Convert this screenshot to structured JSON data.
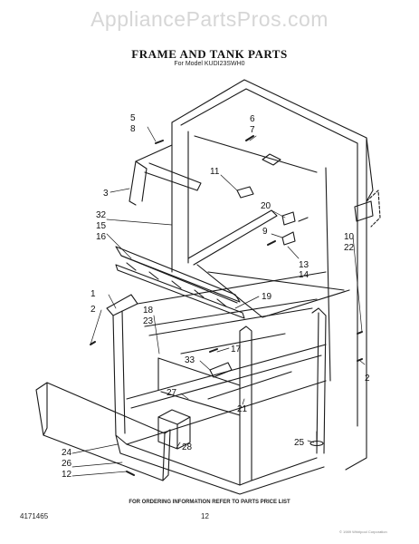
{
  "watermark": "AppliancePartsPros.com",
  "title": "FRAME AND TANK PARTS",
  "model_line": "For Model KUDI23SWH0",
  "callouts": {
    "c5": "5",
    "c8": "8",
    "c6": "6",
    "c7": "7",
    "c11": "11",
    "c3": "3",
    "c32": "32",
    "c15": "15",
    "c16": "16",
    "c20": "20",
    "c9": "9",
    "c10": "10",
    "c22": "22",
    "c13": "13",
    "c14": "14",
    "c1": "1",
    "c2a": "2",
    "c18": "18",
    "c23": "23",
    "c19": "19",
    "c17": "17",
    "c33": "33",
    "c2b": "2",
    "c27": "27",
    "c21": "21",
    "c28": "28",
    "c24": "24",
    "c26": "26",
    "c12": "12",
    "c25": "25"
  },
  "footer_note": "FOR ORDERING INFORMATION REFER TO PARTS PRICE LIST",
  "doc_number": "4171465",
  "page_number": "12",
  "copyright": "© 1989 Whirlpool Corporation"
}
